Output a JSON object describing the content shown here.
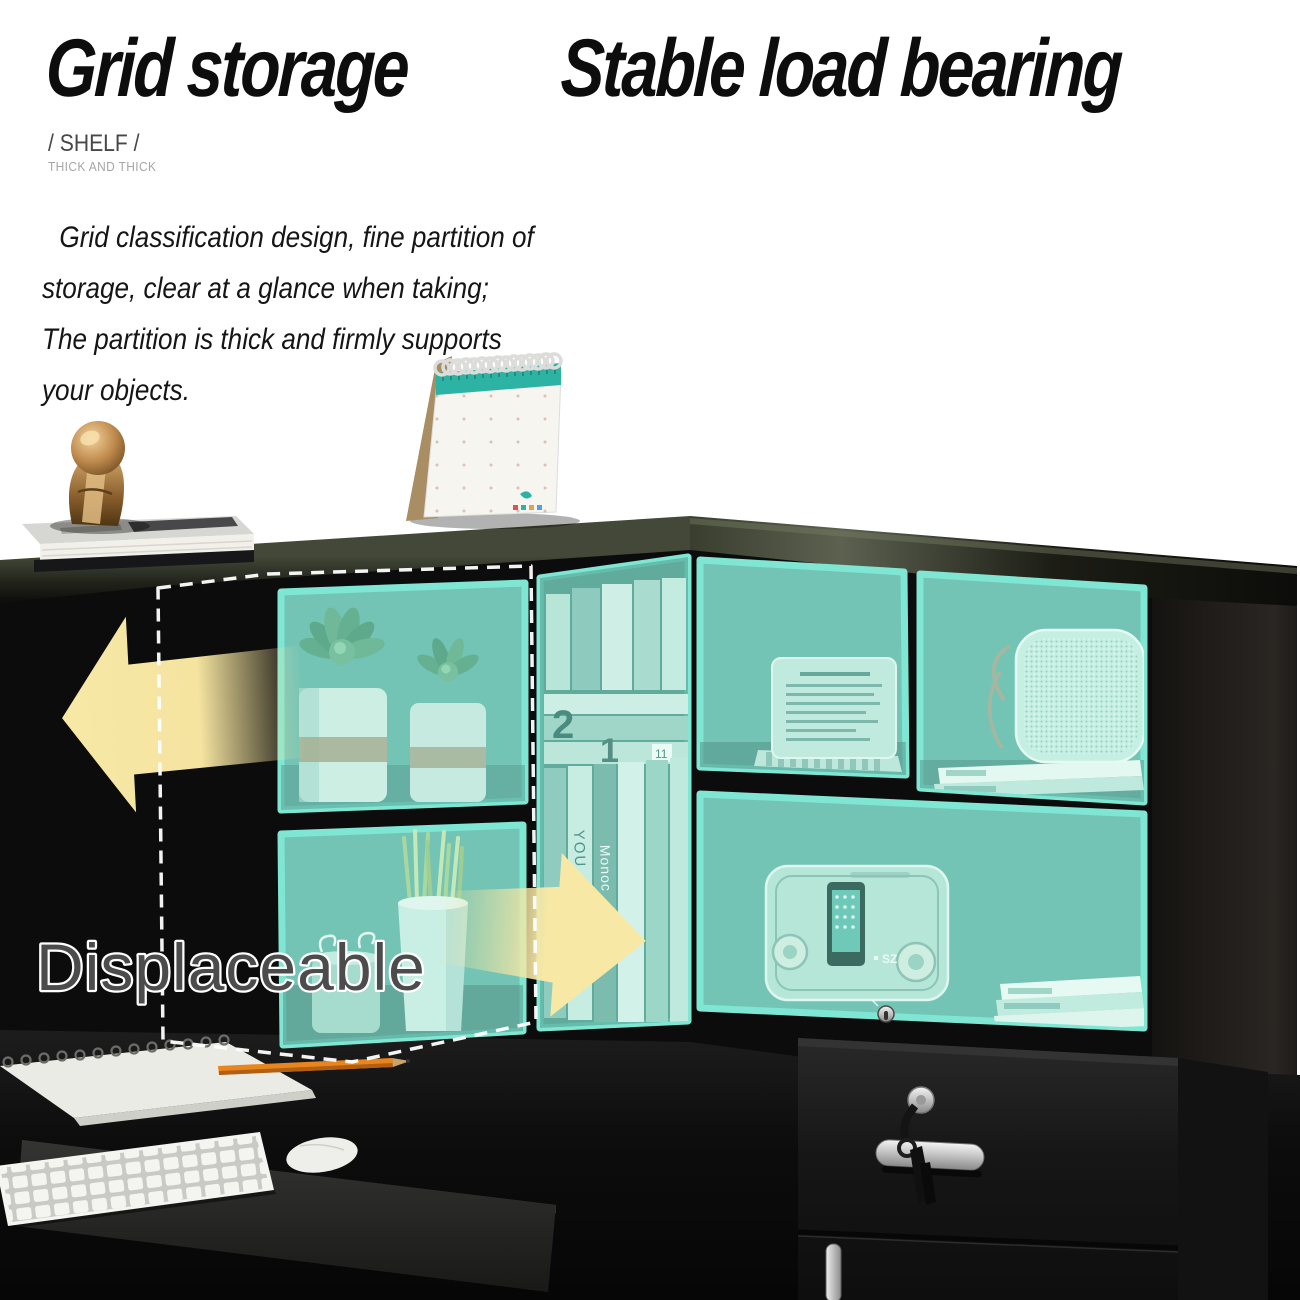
{
  "header": {
    "headline_left": "Grid storage",
    "headline_right": "Stable load bearing",
    "tag": "/ SHELF /",
    "tag_sub": "THICK AND THICK",
    "paragraph_lines": [
      "Grid classification design, fine partition of",
      "storage, clear at a glance when taking;",
      "The partition is thick and firmly supports",
      "your objects."
    ]
  },
  "scene": {
    "annotation": "Displaceable",
    "spine_labels": {
      "two": "2",
      "one": "1",
      "eleven": "11",
      "you": "YOU",
      "monoc": "Monoc"
    },
    "radio_label": "SZ",
    "colors": {
      "highlight_teal": "#74C4B6",
      "highlight_teal_edge": "#7EE6D2",
      "arrow_yellow": "#F6E6A2",
      "furniture_black": "#0C0C0C",
      "calendar_teal": "#2CB3A3",
      "pencil_orange": "#E8851F"
    }
  }
}
